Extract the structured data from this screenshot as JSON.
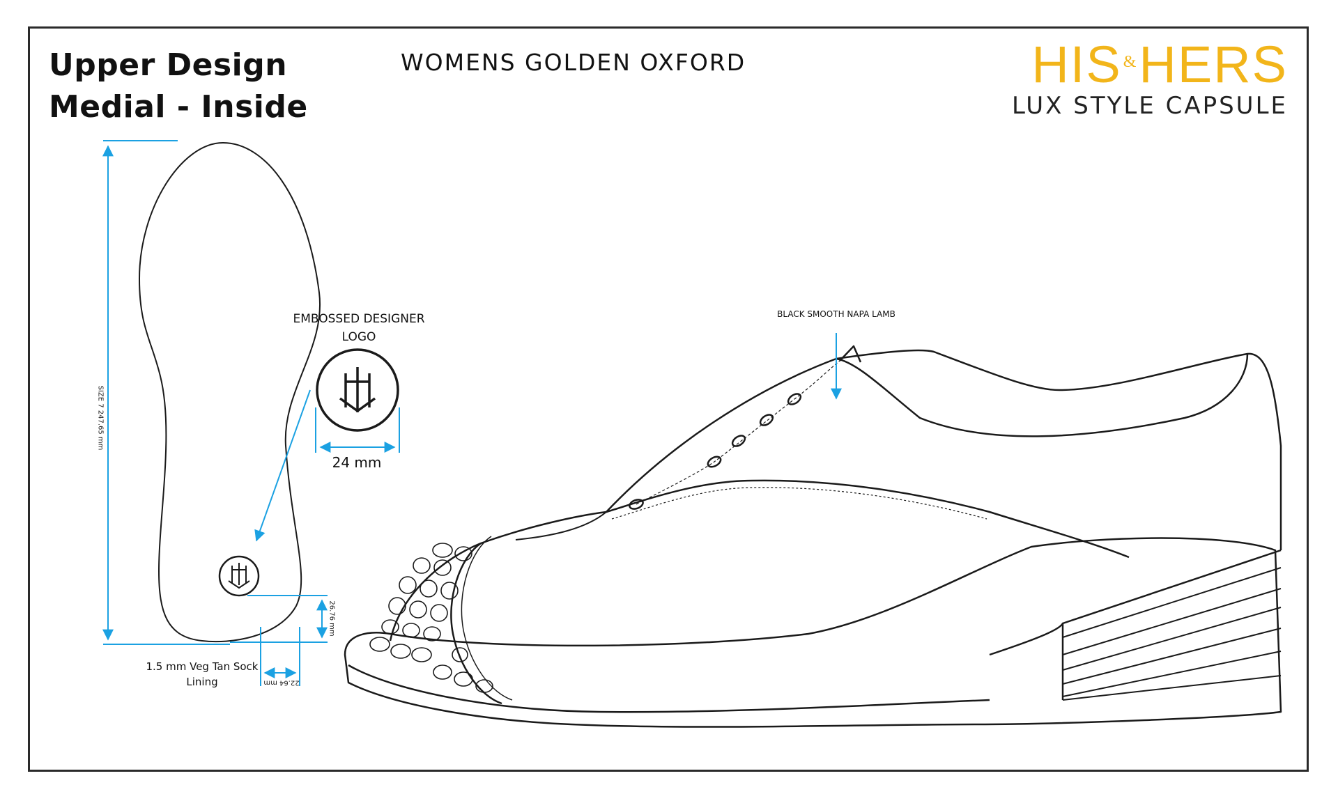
{
  "header": {
    "title_line1": "Upper Design",
    "title_line2": "Medial - Inside",
    "center_title": "Womens Golden Oxford",
    "brand_his": "HIS",
    "brand_amp": "&",
    "brand_hers": "HERS",
    "brand_sub": "Lux Style Capsule"
  },
  "annotations": {
    "logo_label": "EMBOSSED DESIGNER LOGO",
    "logo_width": "24 mm",
    "size_dimension": "SIZE 7 247.65 mm",
    "lining": "1.5 mm Veg Tan Sock Lining",
    "logo_height": "26.76 mm",
    "logo_offset": "22.64 mm",
    "material": "BLACK SMOOTH NAPA LAMB"
  },
  "colors": {
    "dimension_line": "#1ba1e2",
    "brand_gold": "#f2b51a",
    "outline": "#1a1a1a"
  },
  "icons": {
    "logo": "designer-monogram-icon"
  }
}
